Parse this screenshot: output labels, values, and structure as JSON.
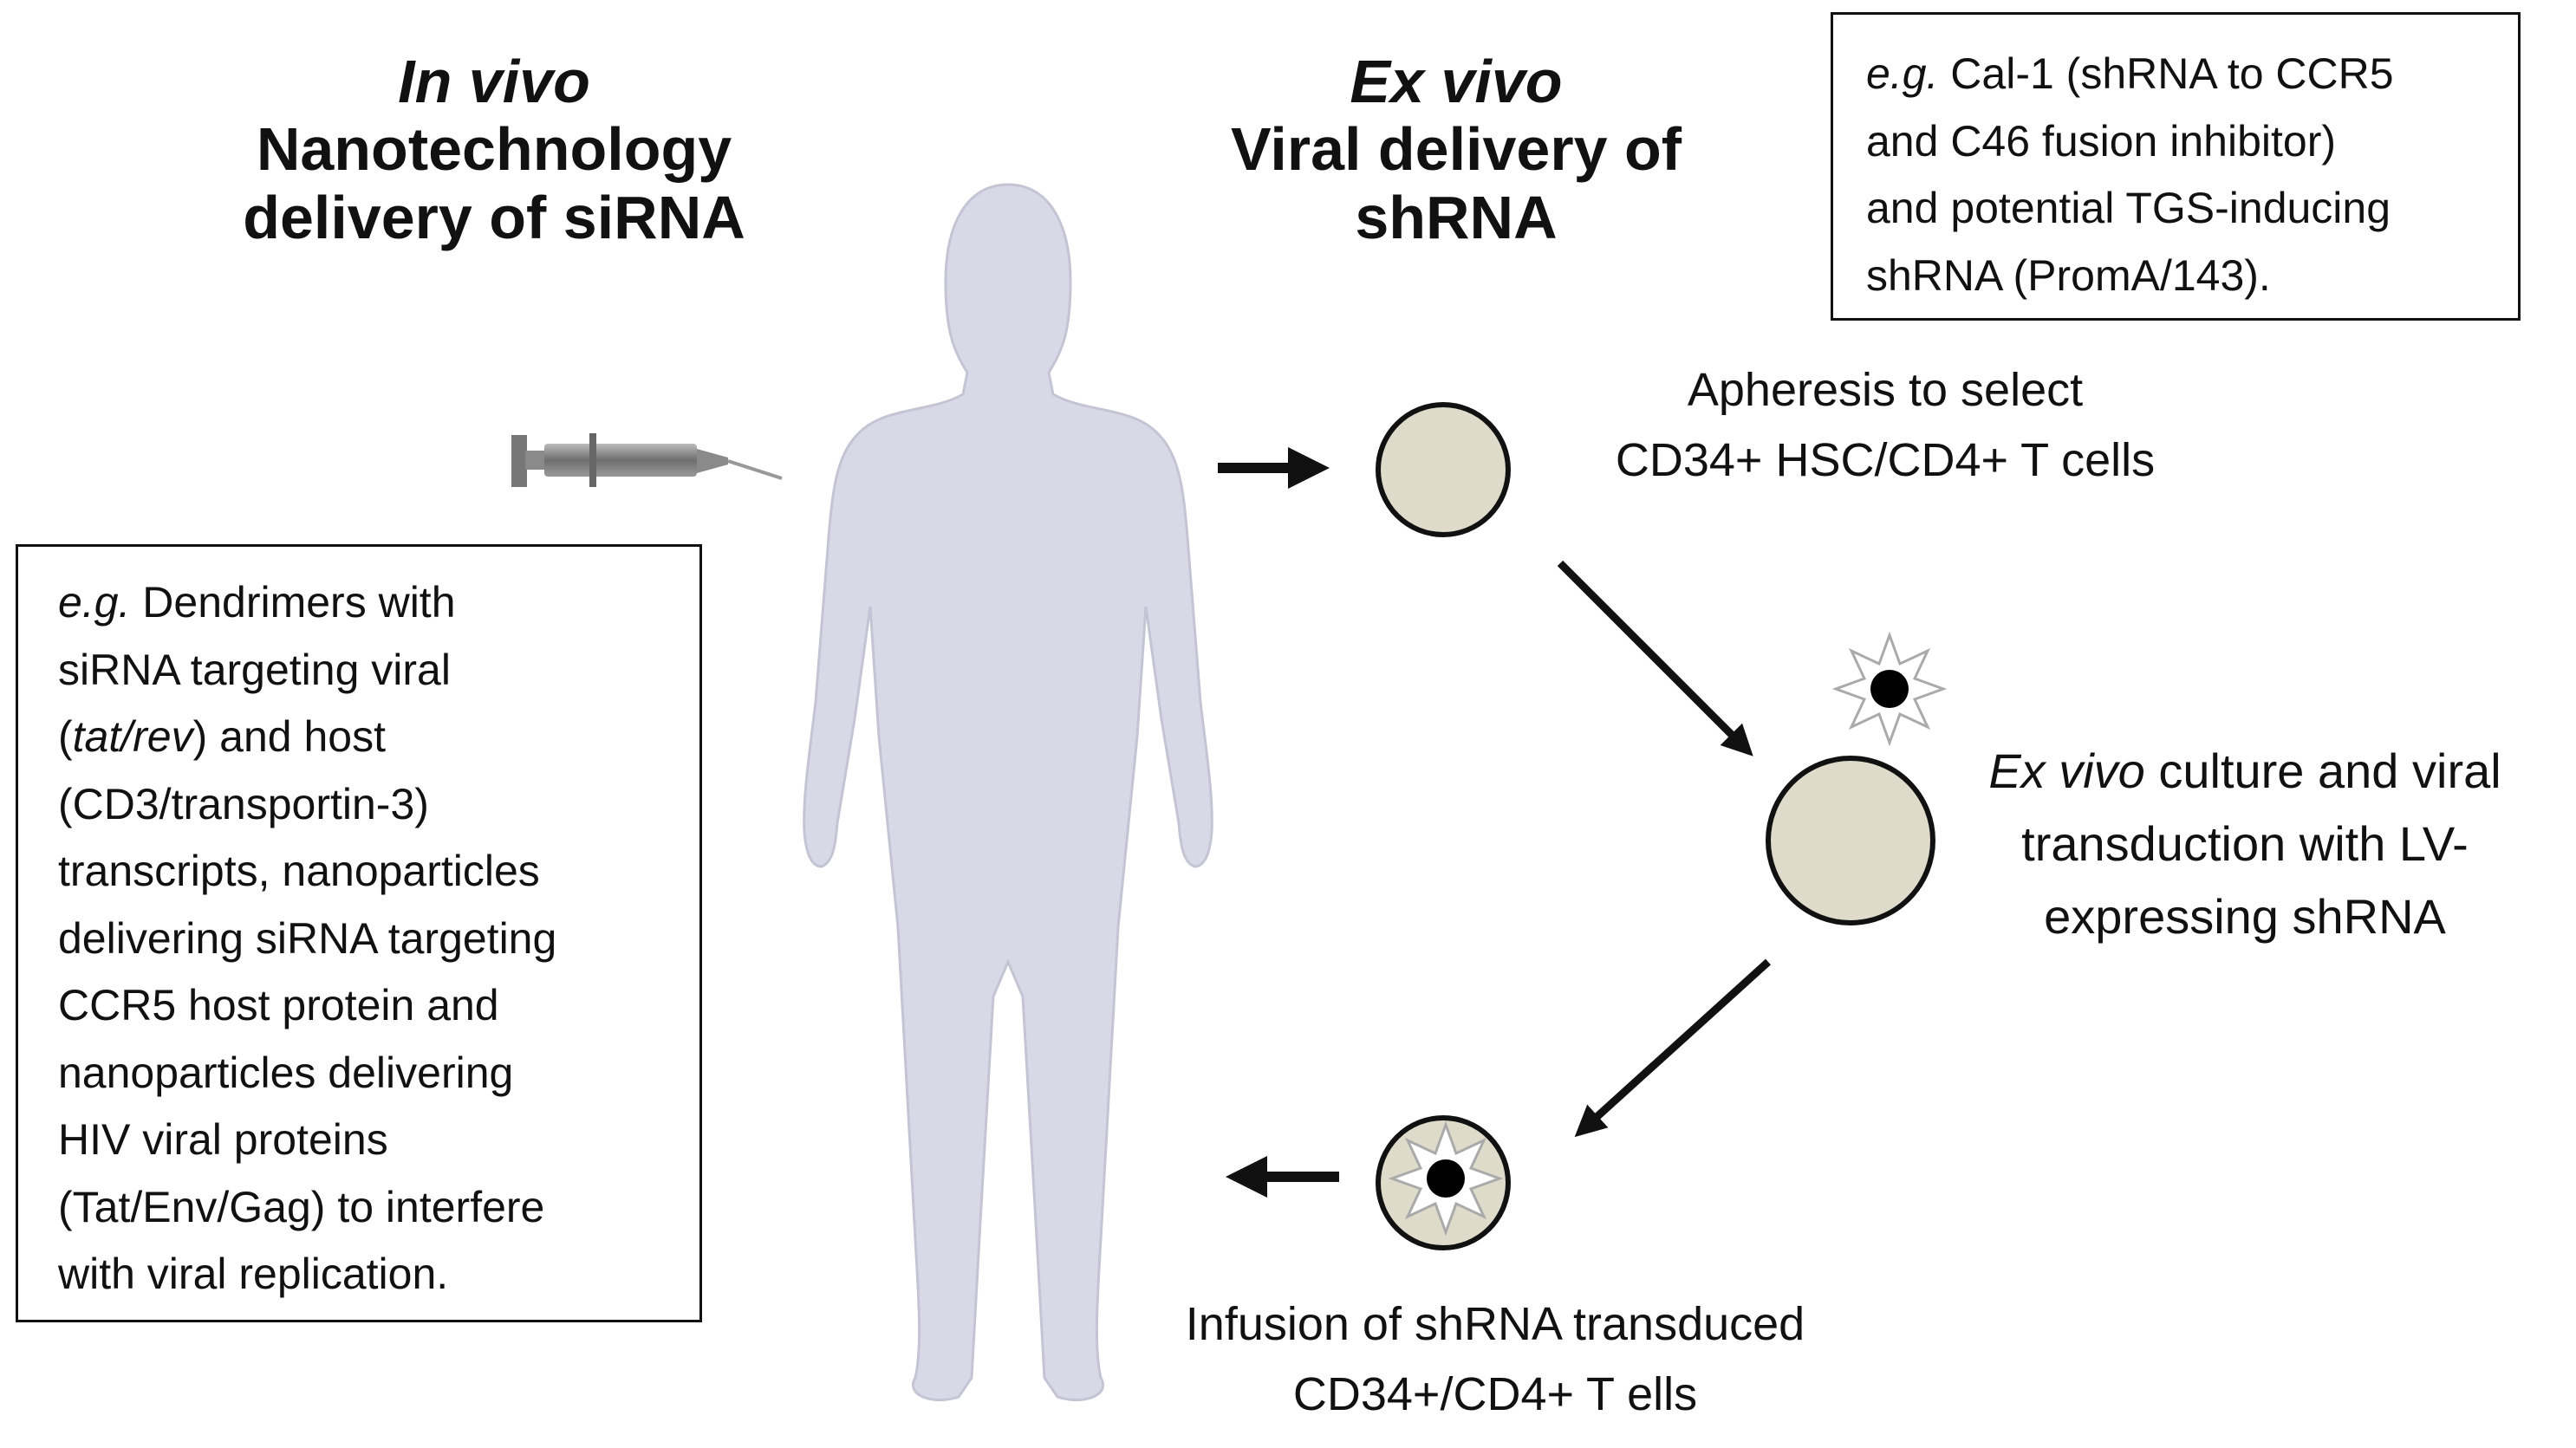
{
  "headings": {
    "left": {
      "line1": "In vivo",
      "line2": "Nanotechnology",
      "line3": "delivery of siRNA"
    },
    "right": {
      "line1": "Ex vivo",
      "line2": "Viral delivery of",
      "line3": "shRNA"
    }
  },
  "box_top_right": {
    "prefix": "e.g.",
    "line1_rest": " Cal-1 (shRNA to CCR5",
    "line2": "and C46 fusion inhibitor)",
    "line3": "and potential TGS-inducing",
    "line4": "shRNA (PromA/143)."
  },
  "box_left": {
    "l1_prefix": "e.g.",
    "l1_rest": " Dendrimers with",
    "l2": "siRNA targeting viral",
    "l3_open": "(",
    "l3_italic": "tat/rev",
    "l3_rest": ") and host",
    "l4": "(CD3/transportin-3)",
    "l5": "transcripts, nanoparticles",
    "l6": "delivering siRNA targeting",
    "l7": "CCR5 host protein and",
    "l8": "nanoparticles delivering",
    "l9": "HIV viral proteins",
    "l10": "(Tat/Env/Gag) to interfere",
    "l11": "with viral replication."
  },
  "steps": {
    "apheresis": {
      "line1": "Apheresis to select",
      "line2": "CD34+ HSC/CD4+ T cells"
    },
    "culture": {
      "italic": "Ex vivo",
      "line1_rest": " culture and viral",
      "line2": "transduction with LV-",
      "line3": "expressing shRNA"
    },
    "infusion": {
      "line1": "Infusion of shRNA transduced",
      "line2": "CD34+/CD4+ T ells"
    }
  },
  "colors": {
    "figure": "#d8d8e6",
    "figure_outline": "#c2c2d2",
    "cell_fill": "#dedbcb",
    "ink": "#111111"
  }
}
